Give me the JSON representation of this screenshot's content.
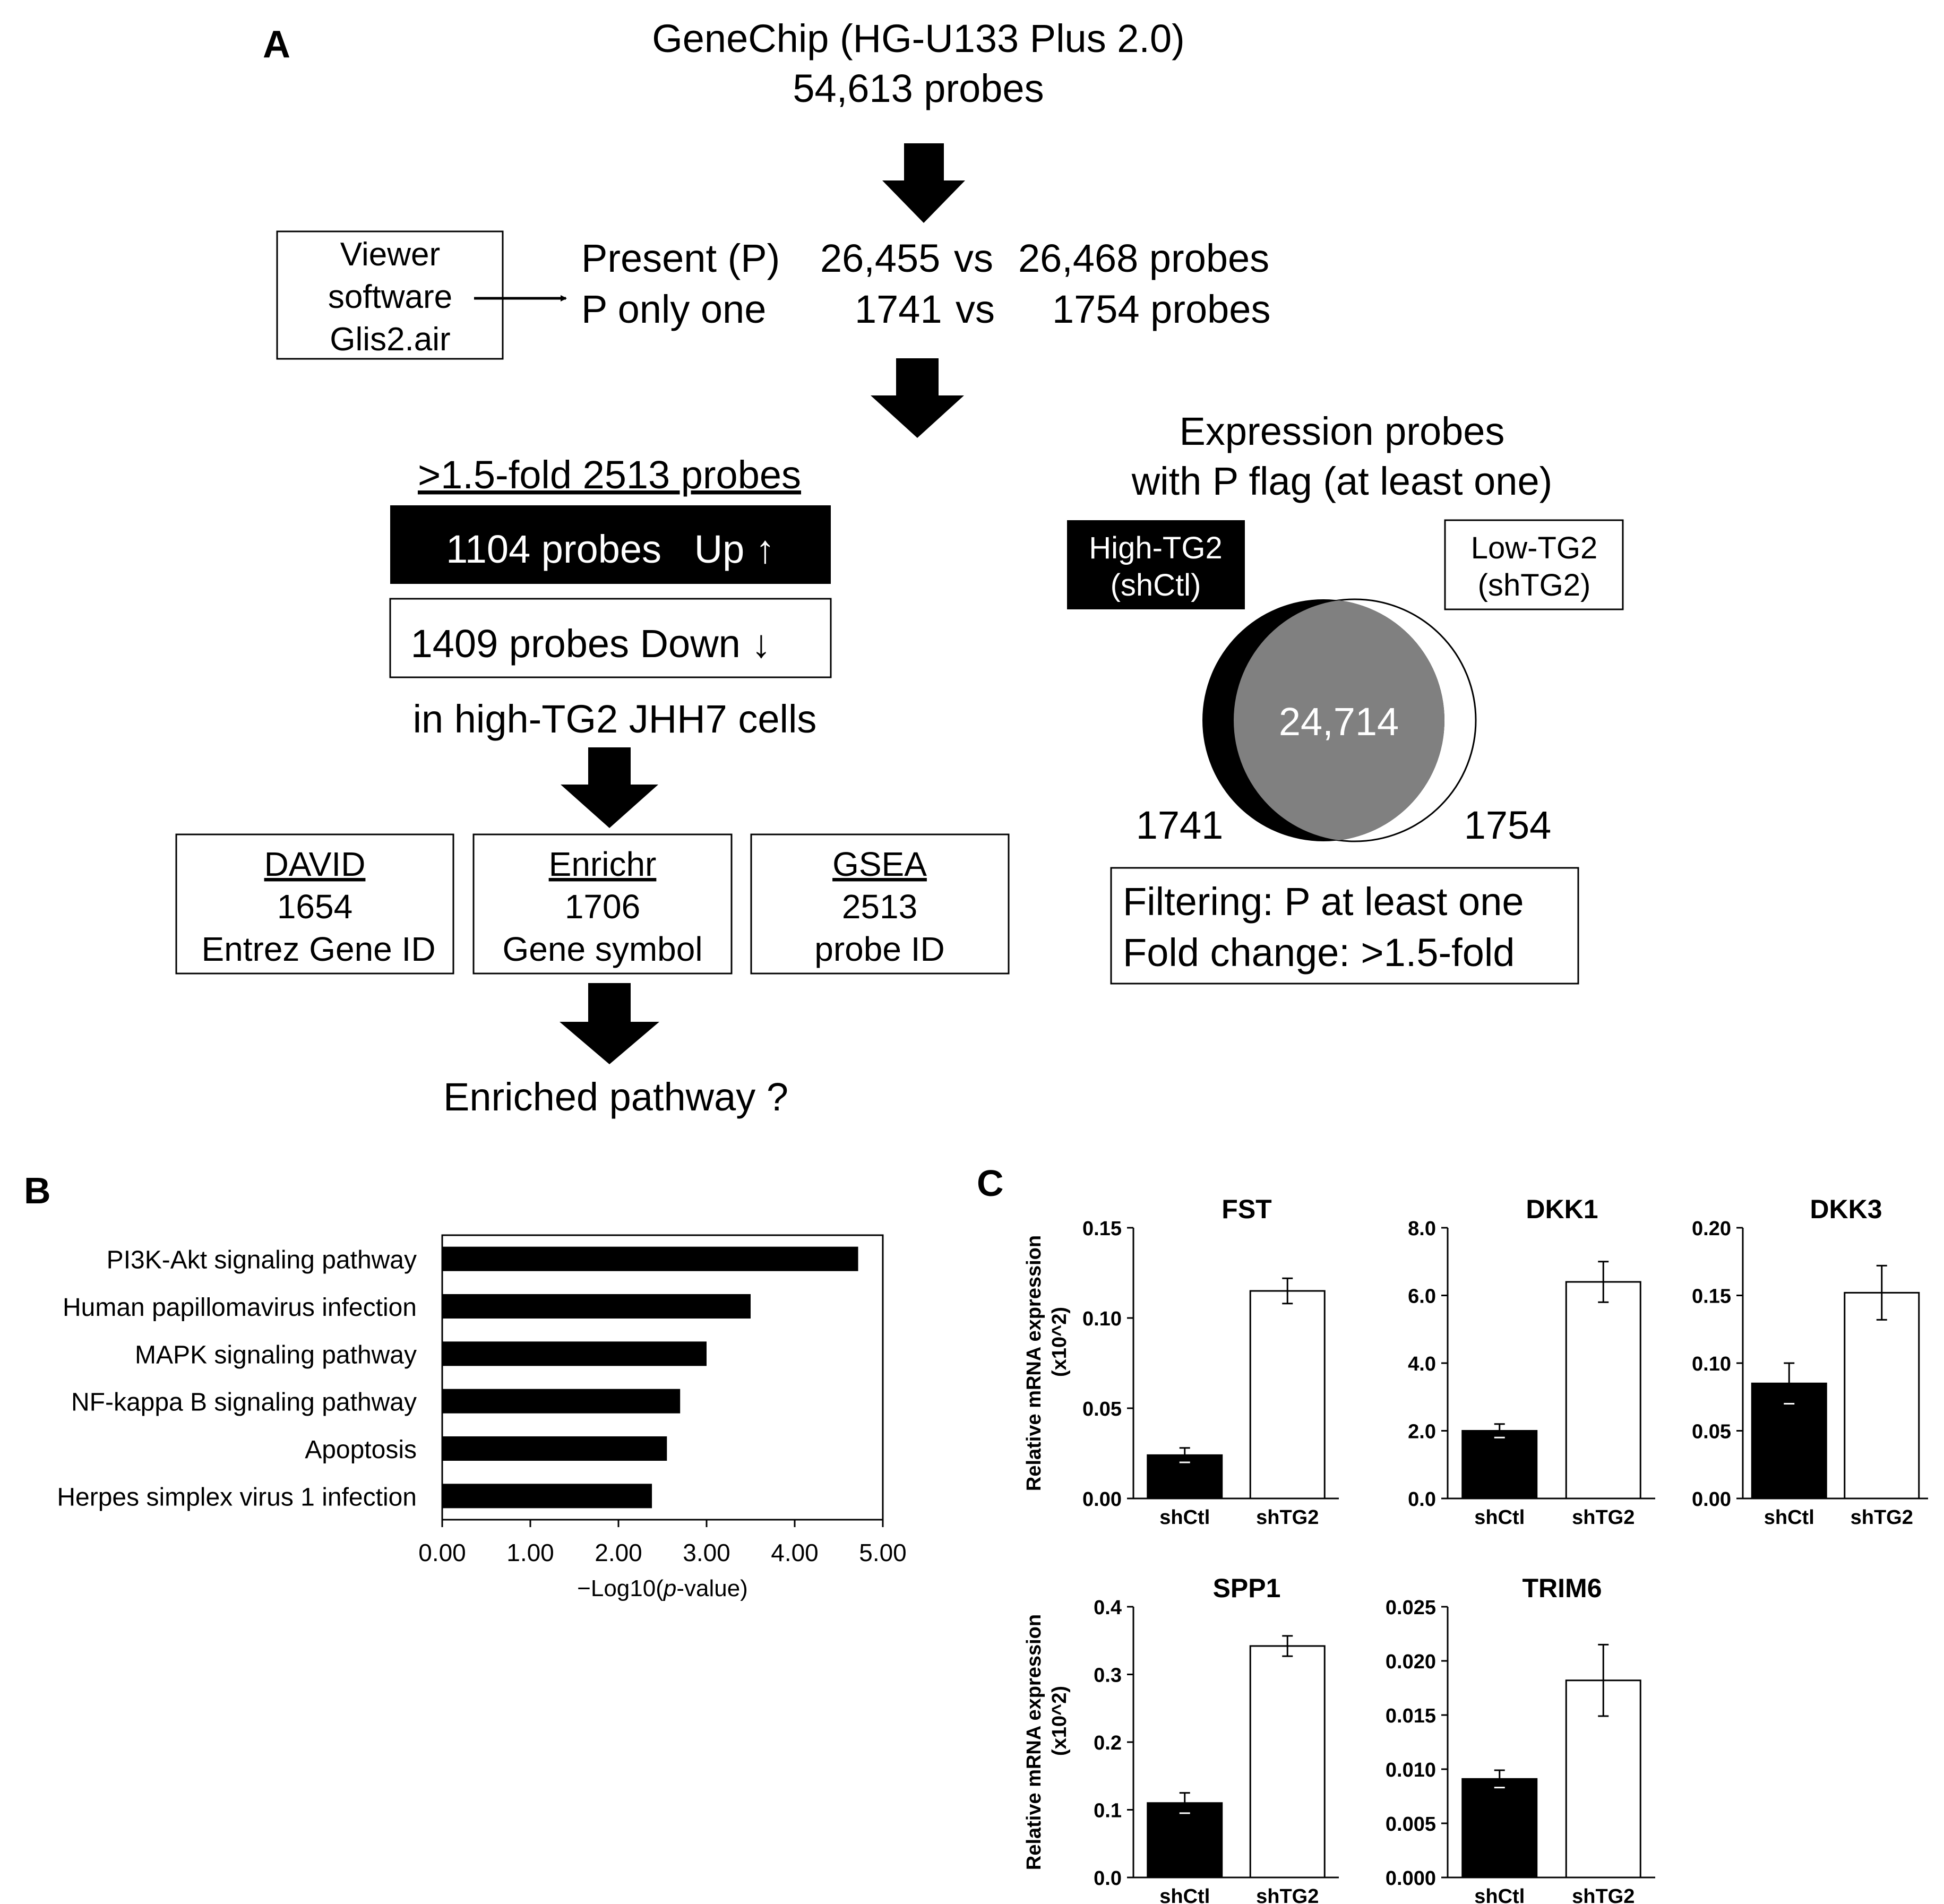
{
  "panel_a": {
    "label": "A",
    "title_line1": "GeneChip (HG-U133 Plus 2.0)",
    "title_line2": "54,613 probes",
    "viewer_box": [
      "Viewer",
      "software",
      "Glis2.air"
    ],
    "present_line": {
      "label": "Present (P)",
      "a": "26,455",
      "vs": "vs",
      "b": "26,468 probes"
    },
    "ponly_line": {
      "label": "P only one",
      "a": "1741",
      "vs": "vs",
      "b": "1754 probes"
    },
    "fold_title": ">1.5-fold 2513 probes",
    "up_box": "1104 probes   Up ↑",
    "down_box": "1409 probes Down ↓",
    "cells_line": "in high-TG2 JHH7 cells",
    "tools": [
      {
        "name": "DAVID",
        "count": "1654",
        "id": "Entrez Gene ID"
      },
      {
        "name": "Enrichr",
        "count": "1706",
        "id": "Gene symbol"
      },
      {
        "name": "GSEA",
        "count": "2513",
        "id": "probe ID"
      }
    ],
    "enriched": "Enriched pathway ?",
    "venn": {
      "title_line1": "Expression probes",
      "title_line2": "with P flag (at least one)",
      "high_box": [
        "High-TG2",
        "(shCtl)"
      ],
      "low_box": [
        "Low-TG2",
        "(shTG2)"
      ],
      "overlap": "24,714",
      "left_only": "1741",
      "right_only": "1754",
      "filter_line1": "Filtering: P at least one",
      "filter_line2": "Fold change: >1.5-fold"
    }
  },
  "panel_b_label": "B",
  "panel_c_label": "C",
  "colors": {
    "black": "#000000",
    "grey": "#808080",
    "white": "#ffffff"
  },
  "chart_data": [
    {
      "type": "bar",
      "orientation": "horizontal",
      "categories": [
        "PI3K-Akt signaling pathway",
        "Human papillomavirus infection",
        "MAPK signaling pathway",
        "NF-kappa B signaling pathway",
        "Apoptosis",
        "Herpes simplex virus 1 infection"
      ],
      "values": [
        4.72,
        3.5,
        3.0,
        2.7,
        2.55,
        2.38
      ],
      "xlabel_pre": "−Log10(",
      "xlabel_italic": "p",
      "xlabel_post": "-value)",
      "xlim": [
        0,
        5
      ],
      "xticks": [
        "0.00",
        "1.00",
        "2.00",
        "3.00",
        "4.00",
        "5.00"
      ],
      "grid": false
    },
    {
      "type": "bar",
      "title": "FST",
      "ylabel": "Relative mRNA expression",
      "ylabel2": "(x10^2)",
      "categories": [
        "shCtl",
        "shTG2"
      ],
      "values": [
        0.024,
        0.115
      ],
      "errors": [
        0.004,
        0.007
      ],
      "ylim": [
        0,
        0.15
      ],
      "yticks": [
        "0.00",
        "0.05",
        "0.10",
        "0.15"
      ]
    },
    {
      "type": "bar",
      "title": "DKK1",
      "categories": [
        "shCtl",
        "shTG2"
      ],
      "values": [
        2.0,
        6.4
      ],
      "errors": [
        0.2,
        0.6
      ],
      "ylim": [
        0,
        8.0
      ],
      "yticks": [
        "0.0",
        "2.0",
        "4.0",
        "6.0",
        "8.0"
      ]
    },
    {
      "type": "bar",
      "title": "DKK3",
      "categories": [
        "shCtl",
        "shTG2"
      ],
      "values": [
        0.085,
        0.152
      ],
      "errors": [
        0.015,
        0.02
      ],
      "ylim": [
        0,
        0.2
      ],
      "yticks": [
        "0.00",
        "0.05",
        "0.10",
        "0.15",
        "0.20"
      ]
    },
    {
      "type": "bar",
      "title": "SPP1",
      "ylabel": "Relative mRNA expression",
      "ylabel2": "(x10^2)",
      "categories": [
        "shCtl",
        "shTG2"
      ],
      "values": [
        0.11,
        0.342
      ],
      "errors": [
        0.015,
        0.015
      ],
      "ylim": [
        0,
        0.4
      ],
      "yticks": [
        "0.0",
        "0.1",
        "0.2",
        "0.3",
        "0.4"
      ]
    },
    {
      "type": "bar",
      "title": "TRIM6",
      "categories": [
        "shCtl",
        "shTG2"
      ],
      "values": [
        0.0091,
        0.0182
      ],
      "errors": [
        0.0008,
        0.0033
      ],
      "ylim": [
        0,
        0.025
      ],
      "yticks": [
        "0.000",
        "0.005",
        "0.010",
        "0.015",
        "0.020",
        "0.025"
      ]
    }
  ]
}
